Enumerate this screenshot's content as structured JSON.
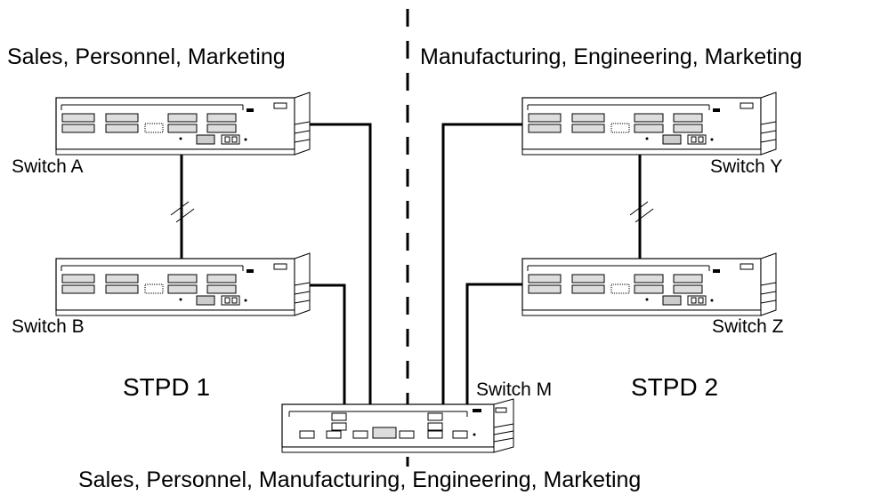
{
  "groups": {
    "left_top": "Sales, Personnel, Marketing",
    "right_top": "Manufacturing, Engineering, Marketing",
    "bottom": "Sales, Personnel, Manufacturing, Engineering, Marketing"
  },
  "switches": {
    "a": "Switch A",
    "b": "Switch B",
    "y": "Switch Y",
    "z": "Switch Z",
    "m": "Switch M"
  },
  "domains": {
    "left": "STPD 1",
    "right": "STPD 2"
  },
  "colors": {
    "line": "#000000",
    "device_fill": "#ffffff",
    "port_fill": "#d0d0d0"
  }
}
